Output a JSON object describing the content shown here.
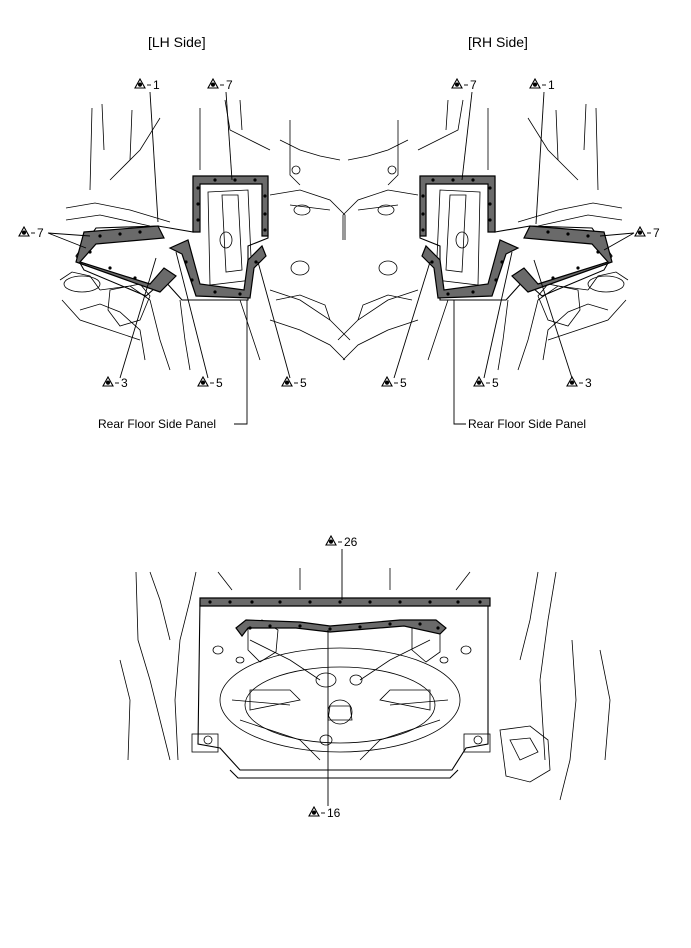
{
  "headers": {
    "lh": "[LH Side]",
    "rh": "[RH Side]"
  },
  "callouts": {
    "lh_1": "1",
    "lh_7_top": "7",
    "lh_7_left": "7",
    "lh_3": "3",
    "lh_5_a": "5",
    "lh_5_b": "5",
    "rh_7_top": "7",
    "rh_1": "1",
    "rh_7_right": "7",
    "rh_5_a": "5",
    "rh_5_b": "5",
    "rh_3": "3",
    "bottom_26": "26",
    "bottom_16": "16"
  },
  "part_labels": {
    "lh_panel": "Rear Floor Side Panel",
    "rh_panel": "Rear Floor Side Panel"
  },
  "icons": {
    "callout_marker": "sealer-triangle-icon"
  }
}
